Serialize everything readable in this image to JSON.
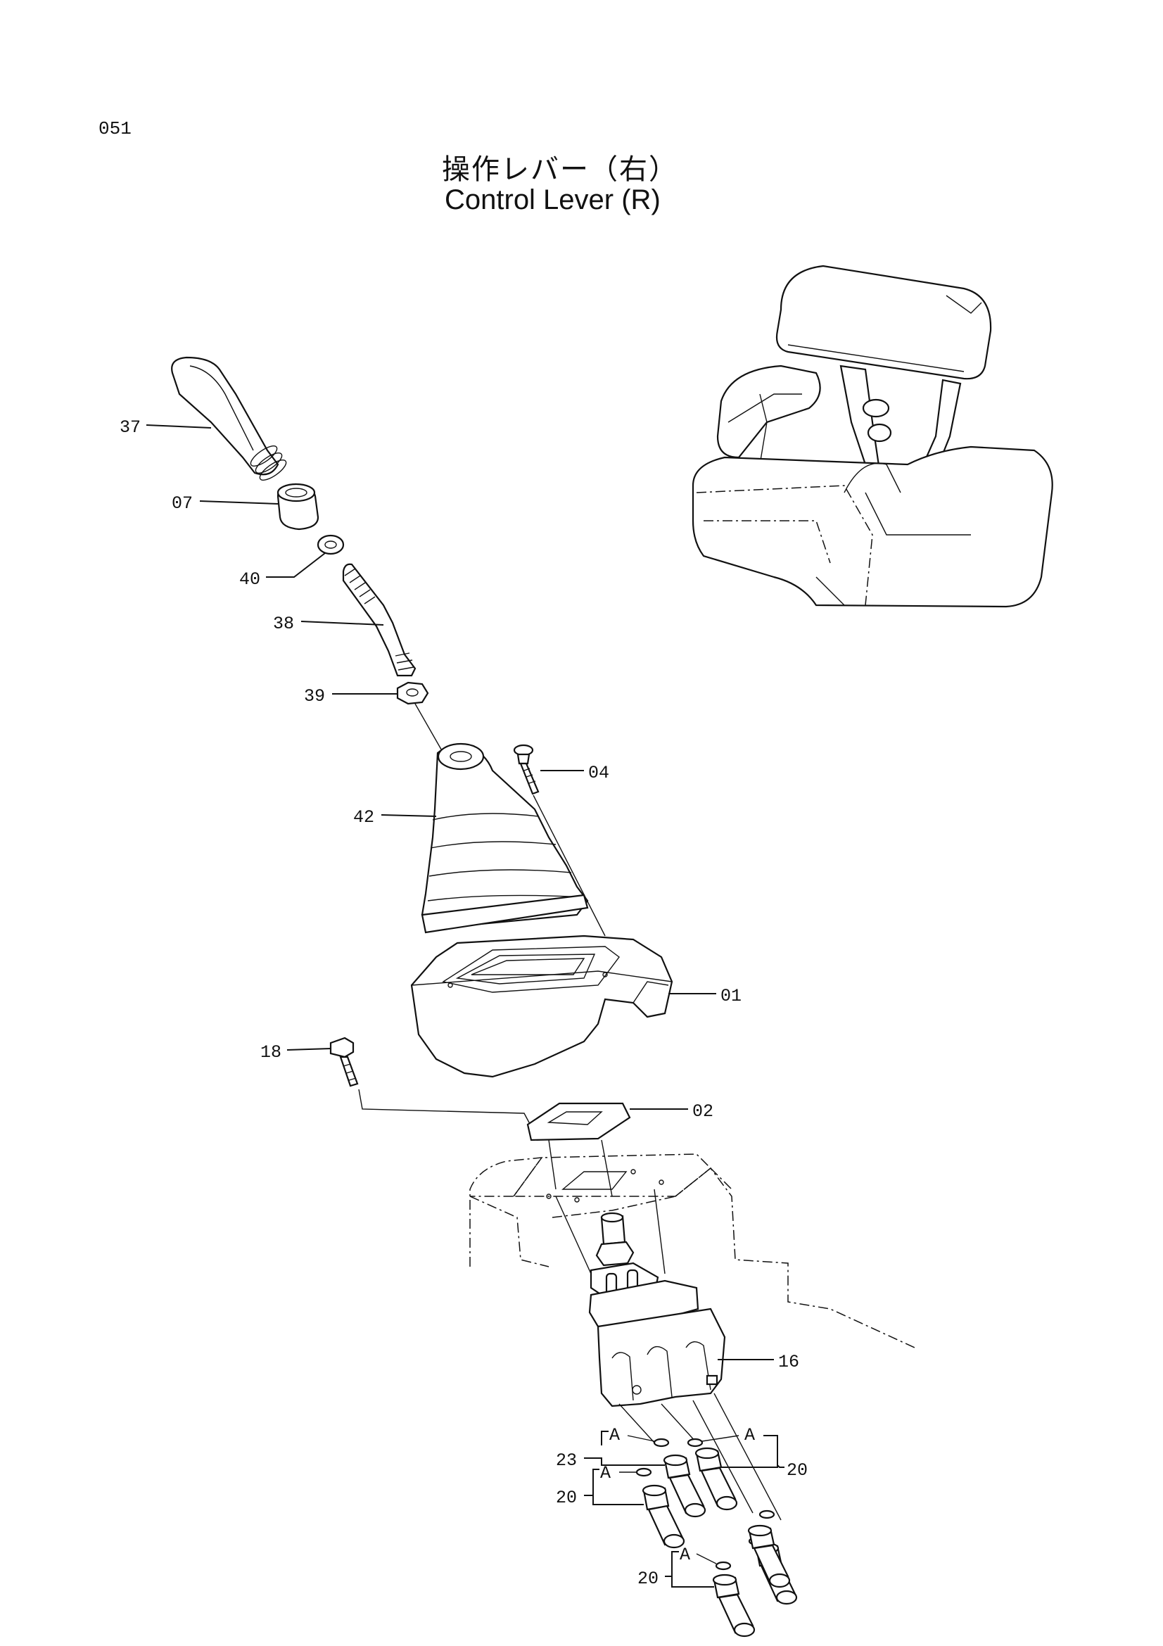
{
  "page": {
    "number": "051"
  },
  "title": {
    "jp": "操作レバー（右）",
    "en": "Control Lever (R)"
  },
  "callouts": {
    "p37": "37",
    "p07": "07",
    "p40": "40",
    "p38": "38",
    "p39": "39",
    "p04": "04",
    "p42": "42",
    "p01": "01",
    "p18": "18",
    "p02": "02",
    "p16": "16",
    "p23": "23",
    "p20a": "20",
    "p20b": "20",
    "p20c": "20",
    "a1": "A",
    "a2": "A",
    "a3": "A",
    "a4": "A"
  }
}
